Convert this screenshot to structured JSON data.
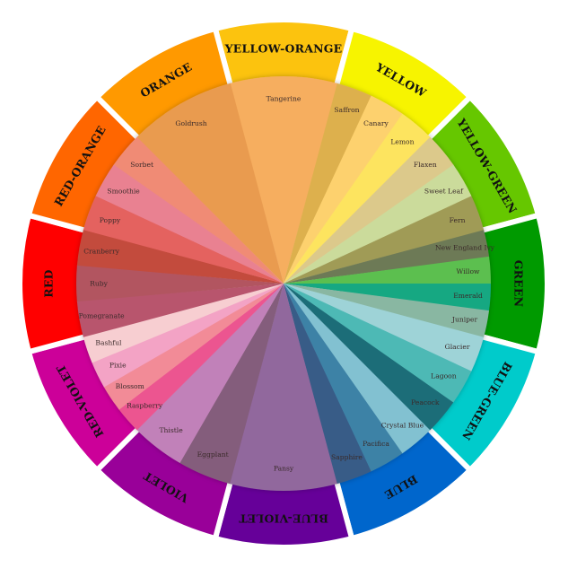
{
  "wheel": {
    "families": [
      {
        "label": "YELLOW-ORANGE",
        "color": "#fcc30e",
        "shades": [
          {
            "name": "Tangerine",
            "color": "#f6ae5e"
          }
        ]
      },
      {
        "label": "YELLOW",
        "color": "#f7f400",
        "shades": [
          {
            "name": "Saffron",
            "color": "#ddb04e"
          },
          {
            "name": "Canary",
            "color": "#fdd16e"
          },
          {
            "name": "Lemon",
            "color": "#fde45e"
          }
        ]
      },
      {
        "label": "YELLOW-GREEN",
        "color": "#66c700",
        "shades": [
          {
            "name": "Flaxen",
            "color": "#dcc98b"
          },
          {
            "name": "Sweet Leaf",
            "color": "#cbdb9b"
          },
          {
            "name": "Fern",
            "color": "#a09b56"
          }
        ]
      },
      {
        "label": "GREEN",
        "color": "#009a00",
        "shades": [
          {
            "name": "New England Ivy",
            "color": "#6d7a56"
          },
          {
            "name": "Willow",
            "color": "#5cbf50"
          },
          {
            "name": "Emerald",
            "color": "#12a882"
          },
          {
            "name": "Juniper",
            "color": "#89b7a2"
          }
        ]
      },
      {
        "label": "BLUE-GREEN",
        "color": "#00cbcb",
        "shades": [
          {
            "name": "Glacier",
            "color": "#9ed3d7"
          },
          {
            "name": "Lagoon",
            "color": "#4db9b5"
          },
          {
            "name": "Peacock",
            "color": "#1d6d78"
          }
        ]
      },
      {
        "label": "BLUE",
        "color": "#0066cc",
        "shades": [
          {
            "name": "Crystal Blue",
            "color": "#82c1d1"
          },
          {
            "name": "Pacifica",
            "color": "#3e82a6"
          },
          {
            "name": "Sapphire",
            "color": "#395b87"
          }
        ]
      },
      {
        "label": "BLUE-VIOLET",
        "color": "#660099",
        "shades": [
          {
            "name": "Pansy",
            "color": "#91679d"
          }
        ]
      },
      {
        "label": "VIOLET",
        "color": "#990099",
        "shades": [
          {
            "name": "Eggplant",
            "color": "#845d7b"
          },
          {
            "name": "Thistle",
            "color": "#c181b9"
          }
        ]
      },
      {
        "label": "RED-VIOLET",
        "color": "#cc0099",
        "shades": [
          {
            "name": "Raspberry",
            "color": "#ec5590"
          },
          {
            "name": "Blossom",
            "color": "#f28b97"
          },
          {
            "name": "Pixie",
            "color": "#f3a3c5"
          },
          {
            "name": "Bashful",
            "color": "#f7ced1"
          }
        ]
      },
      {
        "label": "RED",
        "color": "#ff0000",
        "shades": [
          {
            "name": "Pomegranate",
            "color": "#b8556d"
          },
          {
            "name": "Ruby",
            "color": "#b25561"
          },
          {
            "name": "Cranberry",
            "color": "#c34b3d"
          }
        ]
      },
      {
        "label": "RED-ORANGE",
        "color": "#ff6600",
        "shades": [
          {
            "name": "Poppy",
            "color": "#e4625f"
          },
          {
            "name": "Smoothie",
            "color": "#e98191"
          },
          {
            "name": "Sorbet",
            "color": "#f08b75"
          }
        ]
      },
      {
        "label": "ORANGE",
        "color": "#ff9900",
        "shades": [
          {
            "name": "Goldrush",
            "color": "#e99b4f"
          }
        ]
      }
    ]
  }
}
